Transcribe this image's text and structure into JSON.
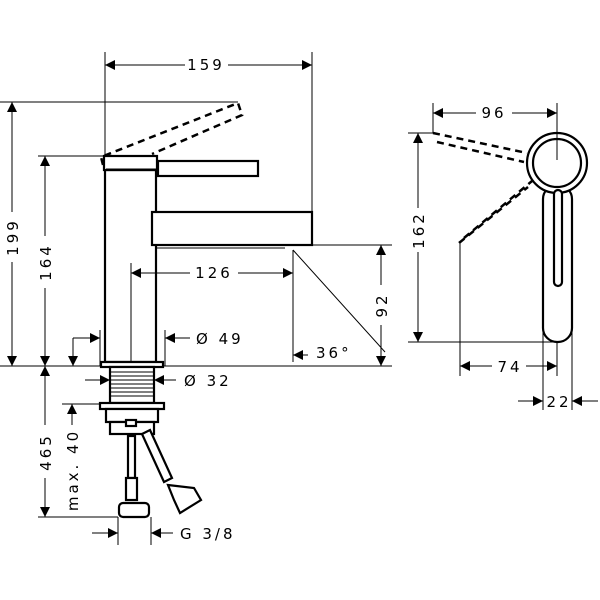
{
  "title": "Basin mixer dimension drawing",
  "dimensions": {
    "width_total": "159",
    "height_total": "199",
    "height_body": "164",
    "spout_projection": "126",
    "spout_height": "92",
    "spout_angle": "36°",
    "body_diameter": "Ø 49",
    "thread_diameter": "Ø 32",
    "depth": "465",
    "max_thickness": "max. 40",
    "connection": "G 3/8",
    "lever_reach": "96",
    "lever_height": "162",
    "lever_offset": "74",
    "lever_width": "22"
  }
}
